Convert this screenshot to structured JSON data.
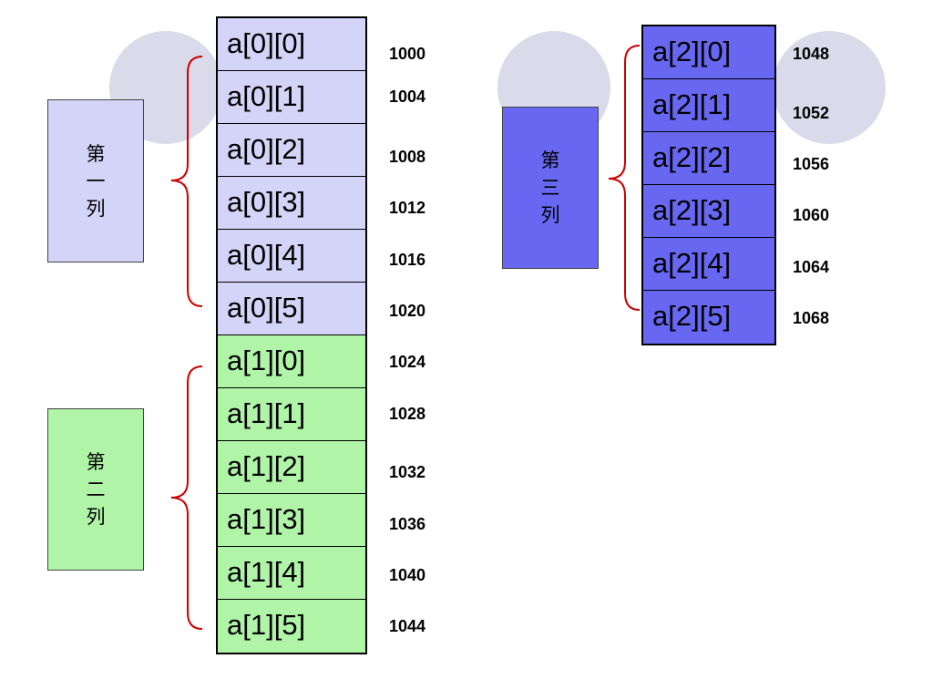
{
  "colors": {
    "first_fill": "#d4d3f8",
    "second_fill": "#b0f4a8",
    "third_fill": "#6767f2",
    "circle_fill": "#dadaea",
    "brace": "#cc0000"
  },
  "groups": [
    {
      "label_chars": [
        "第",
        "一",
        "列"
      ],
      "cells": [
        "a[0][0]",
        "a[0][1]",
        "a[0][2]",
        "a[0][3]",
        "a[0][4]",
        "a[0][5]"
      ]
    },
    {
      "label_chars": [
        "第",
        "二",
        "列"
      ],
      "cells": [
        "a[1][0]",
        "a[1][1]",
        "a[1][2]",
        "a[1][3]",
        "a[1][4]",
        "a[1][5]"
      ]
    },
    {
      "label_chars": [
        "第",
        "三",
        "列"
      ],
      "cells": [
        "a[2][0]",
        "a[2][1]",
        "a[2][2]",
        "a[2][3]",
        "a[2][4]",
        "a[2][5]"
      ]
    }
  ],
  "addresses": {
    "left": [
      "1000",
      "1004",
      "1008",
      "1012",
      "1016",
      "1020",
      "1024",
      "1028",
      "1032",
      "1036",
      "1040",
      "1044"
    ],
    "right": [
      "1048",
      "1052",
      "1056",
      "1060",
      "1064",
      "1068"
    ]
  }
}
